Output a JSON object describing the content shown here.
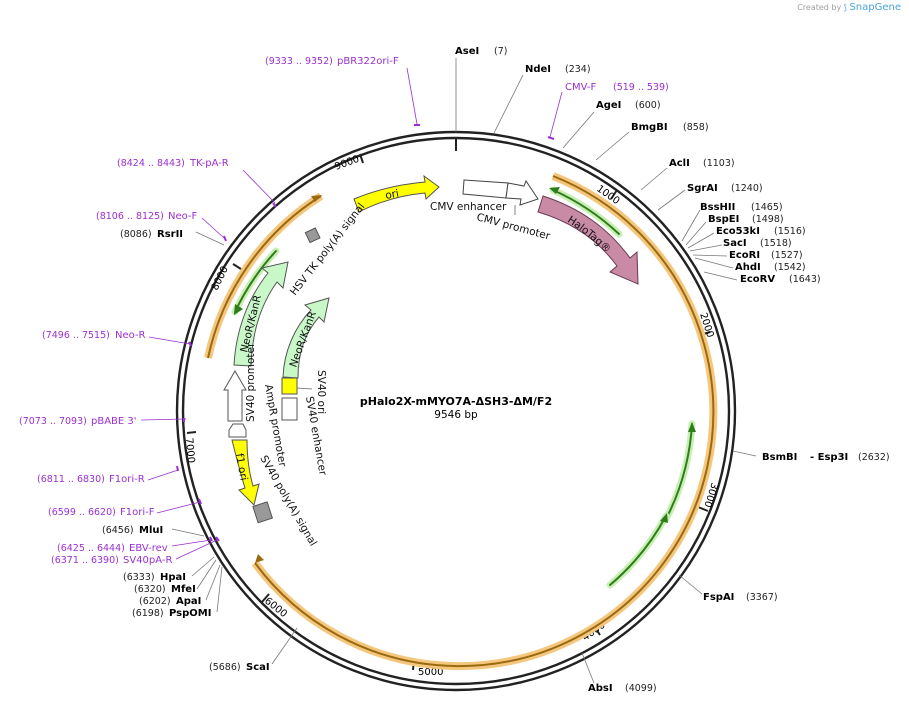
{
  "credit": {
    "prefix": "Created by",
    "brand": "SnapGene"
  },
  "plasmid": {
    "name": "pHalo2X-mMYO7A-ΔSH3-ΔM/F2",
    "size": "9546 bp"
  },
  "ticks": [
    "1000",
    "2000",
    "3000",
    "4000",
    "5000",
    "6000",
    "7000",
    "8000",
    "9000"
  ],
  "enzymes": [
    {
      "name": "AseI",
      "pos": "(7)"
    },
    {
      "name": "NdeI",
      "pos": "(234)"
    },
    {
      "name": "AgeI",
      "pos": "(600)"
    },
    {
      "name": "BmgBI",
      "pos": "(858)"
    },
    {
      "name": "AclI",
      "pos": "(1103)"
    },
    {
      "name": "SgrAI",
      "pos": "(1240)"
    },
    {
      "name": "BssHII",
      "pos": "(1465)"
    },
    {
      "name": "BspEI",
      "pos": "(1498)"
    },
    {
      "name": "Eco53kI",
      "pos": "(1516)"
    },
    {
      "name": "SacI",
      "pos": "(1518)"
    },
    {
      "name": "EcoRI",
      "pos": "(1527)"
    },
    {
      "name": "AhdI",
      "pos": "(1542)"
    },
    {
      "name": "EcoRV",
      "pos": "(1643)"
    },
    {
      "name": "BsmBI",
      "pos": "(2632)",
      "extra": "- Esp3I"
    },
    {
      "name": "FspAI",
      "pos": "(3367)"
    },
    {
      "name": "AbsI",
      "pos": "(4099)"
    },
    {
      "name": "ScaI",
      "pos": "(5686)"
    },
    {
      "name": "PspOMI",
      "pos": "(6198)"
    },
    {
      "name": "ApaI",
      "pos": "(6202)"
    },
    {
      "name": "MfeI",
      "pos": "(6320)"
    },
    {
      "name": "HpaI",
      "pos": "(6333)"
    },
    {
      "name": "MluI",
      "pos": "(6456)"
    },
    {
      "name": "RsrII",
      "pos": "(8086)"
    }
  ],
  "primers": [
    {
      "name": "pBR322ori-F",
      "range": "(9333 .. 9352)"
    },
    {
      "name": "CMV-F",
      "range": "(519 .. 539)"
    },
    {
      "name": "TK-pA-R",
      "range": "(8424 .. 8443)"
    },
    {
      "name": "Neo-F",
      "range": "(8106 .. 8125)"
    },
    {
      "name": "Neo-R",
      "range": "(7496 .. 7515)"
    },
    {
      "name": "pBABE 3'",
      "range": "(7073 .. 7093)"
    },
    {
      "name": "F1ori-R",
      "range": "(6811 .. 6830)"
    },
    {
      "name": "F1ori-F",
      "range": "(6599 .. 6620)"
    },
    {
      "name": "EBV-rev",
      "range": "(6425 .. 6444)"
    },
    {
      "name": "SV40pA-R",
      "range": "(6371 .. 6390)"
    }
  ],
  "features": {
    "cmv_enhancer": "CMV enhancer",
    "cmv_promoter": "CMV promoter",
    "halotag": "HaloTag®",
    "ori": "ori",
    "hsv_tk": "HSV TK poly(A) signal",
    "neor_outer": "NeoR/KanR",
    "neor_inner": "NeoR/KanR",
    "sv40_promoter": "SV40 promoter",
    "ampr_promoter": "AmpR promoter",
    "sv40_ori": "SV40 ori",
    "sv40_enhancer": "SV40 enhancer",
    "f1_ori": "f1 ori",
    "sv40_polya": "SV40 poly(A) signal"
  },
  "colors": {
    "backbone": "#222222",
    "orf_halo": "#f5c77e",
    "orf_line": "#9a6a10",
    "green_arrow": "#2f7d1a",
    "green_halo": "#c7efb2",
    "primer": "#9b30d0",
    "halotag": "#c98aa6",
    "ori": "#ffff00",
    "neor": "#c8f7c8"
  }
}
